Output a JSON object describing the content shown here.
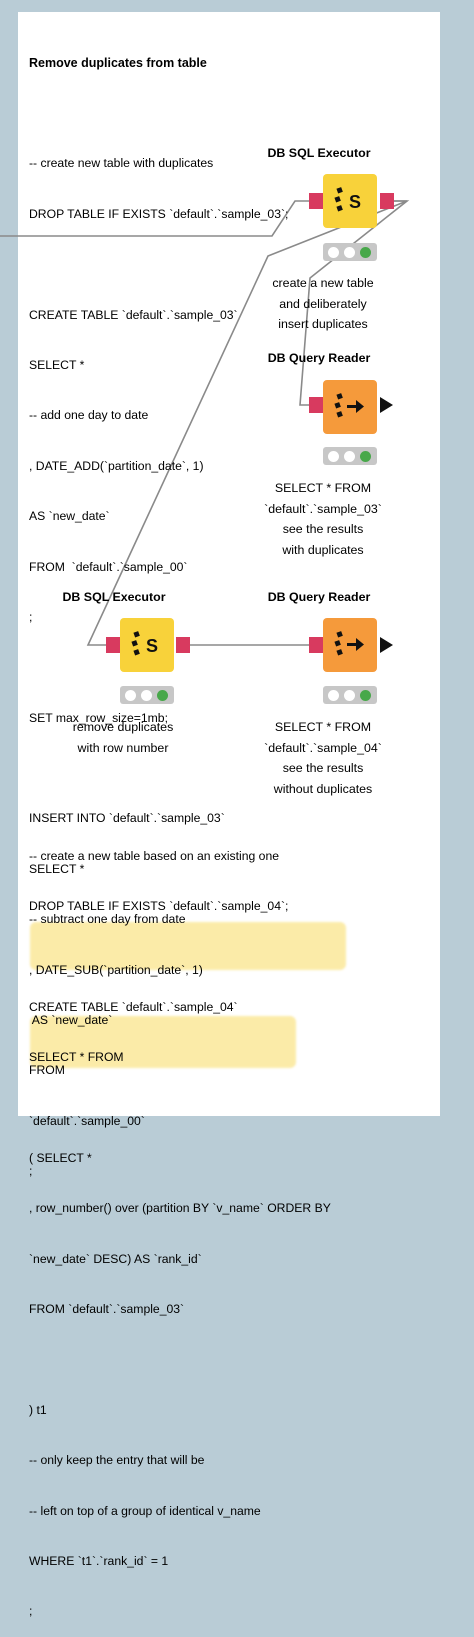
{
  "top_code": {
    "title": "Remove duplicates from table",
    "lines": [
      "",
      "-- create new table with duplicates",
      "DROP TABLE IF EXISTS `default`.`sample_03`;",
      "",
      "CREATE TABLE `default`.`sample_03`",
      "SELECT *",
      "-- add one day to date",
      ", DATE_ADD(`partition_date`, 1)",
      "AS `new_date`",
      "FROM  `default`.`sample_00`",
      ";",
      "",
      "SET max_row_size=1mb;",
      "",
      "INSERT INTO `default`.`sample_03`",
      "SELECT *",
      "-- subtract one day from date",
      ", DATE_SUB(`partition_date`, 1)",
      " AS `new_date`",
      "FROM",
      "`default`.`sample_00`",
      ";"
    ]
  },
  "nodes": {
    "exec1": {
      "title": "DB SQL Executor",
      "caption": [
        "create a new table",
        "and deliberately",
        "insert duplicates"
      ]
    },
    "reader1": {
      "title": "DB Query Reader",
      "caption": [
        "SELECT * FROM",
        "`default`.`sample_03`",
        "see the results",
        "with duplicates"
      ]
    },
    "exec2": {
      "title": "DB SQL Executor",
      "caption": [
        "remove duplicates",
        "with row number"
      ]
    },
    "reader2": {
      "title": "DB Query Reader",
      "caption": [
        "SELECT * FROM",
        "`default`.`sample_04`",
        "see the results",
        "without duplicates"
      ]
    }
  },
  "bottom_code": {
    "lines": [
      "-- create a new table based on an existing one",
      "DROP TABLE IF EXISTS `default`.`sample_04`;",
      "",
      "CREATE TABLE `default`.`sample_04`",
      "SELECT * FROM",
      "",
      "( SELECT *",
      ", row_number() over (partition BY `v_name` ORDER BY",
      "`new_date` DESC) AS `rank_id`",
      "FROM `default`.`sample_03`",
      "",
      ") t1",
      "-- only keep the entry that will be",
      "-- left on top of a group of identical v_name",
      "WHERE `t1`.`rank_id` = 1",
      ";"
    ]
  },
  "colors": {
    "background": "#b9ccd6",
    "canvas": "#ffffff",
    "executor_node": "#f8d23a",
    "reader_node": "#f59a3b",
    "port": "#d83a5f",
    "status_ok": "#48a84a",
    "highlight": "#fbe89a",
    "wire": "#888888"
  },
  "icons": {
    "executor": "sql-executor-icon",
    "reader": "query-reader-icon"
  }
}
